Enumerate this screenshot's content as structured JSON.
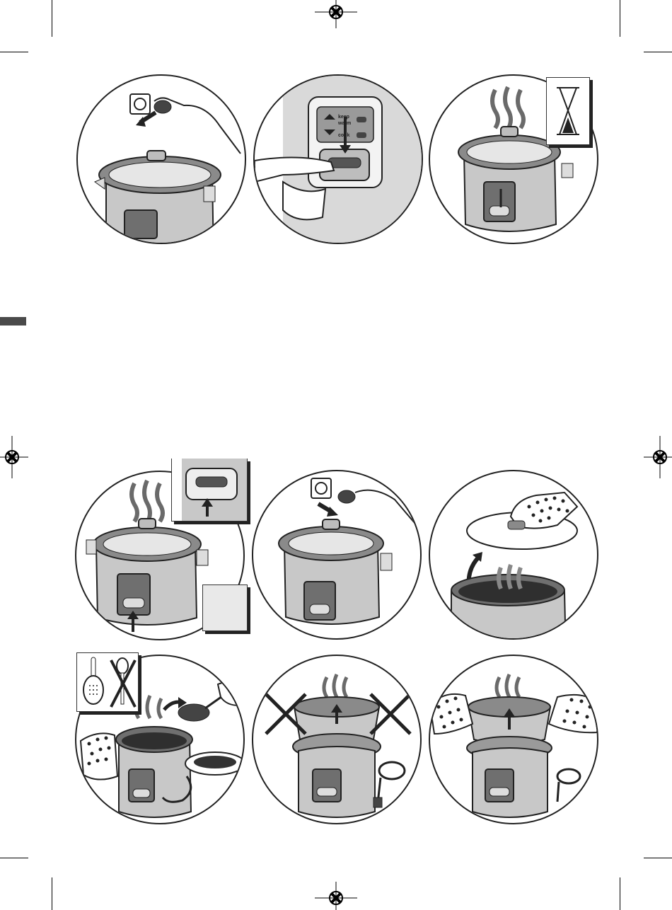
{
  "page": {
    "type": "instruction-diagrams",
    "background": "#ffffff"
  },
  "colors": {
    "outline": "#222222",
    "cooker_body": "#c8c8c8",
    "lid_rim": "#8a8a8a",
    "glass": "#e6e6e6",
    "dark": "#333333",
    "section_tab": "#4a4a4a"
  },
  "control_panel": {
    "label_keep": "keep",
    "label_warm": "warm",
    "label_cook": "cook"
  },
  "panels": [
    {
      "id": "plug-in",
      "icon": "plug-icon"
    },
    {
      "id": "press-cook",
      "icon": "press-button-icon"
    },
    {
      "id": "cooking-wait",
      "icon": "hourglass-icon"
    },
    {
      "id": "keep-warm",
      "icon": "switch-up-icon"
    },
    {
      "id": "unplug",
      "icon": "unplug-icon"
    },
    {
      "id": "open-lid",
      "icon": "oven-mitt-icon"
    },
    {
      "id": "serve-rice",
      "icon": "rice-spoon-icon"
    },
    {
      "id": "no-lift-bare-hands",
      "icon": "cross-icon"
    },
    {
      "id": "lift-bowl-mitts",
      "icon": "arrow-up-icon"
    }
  ]
}
